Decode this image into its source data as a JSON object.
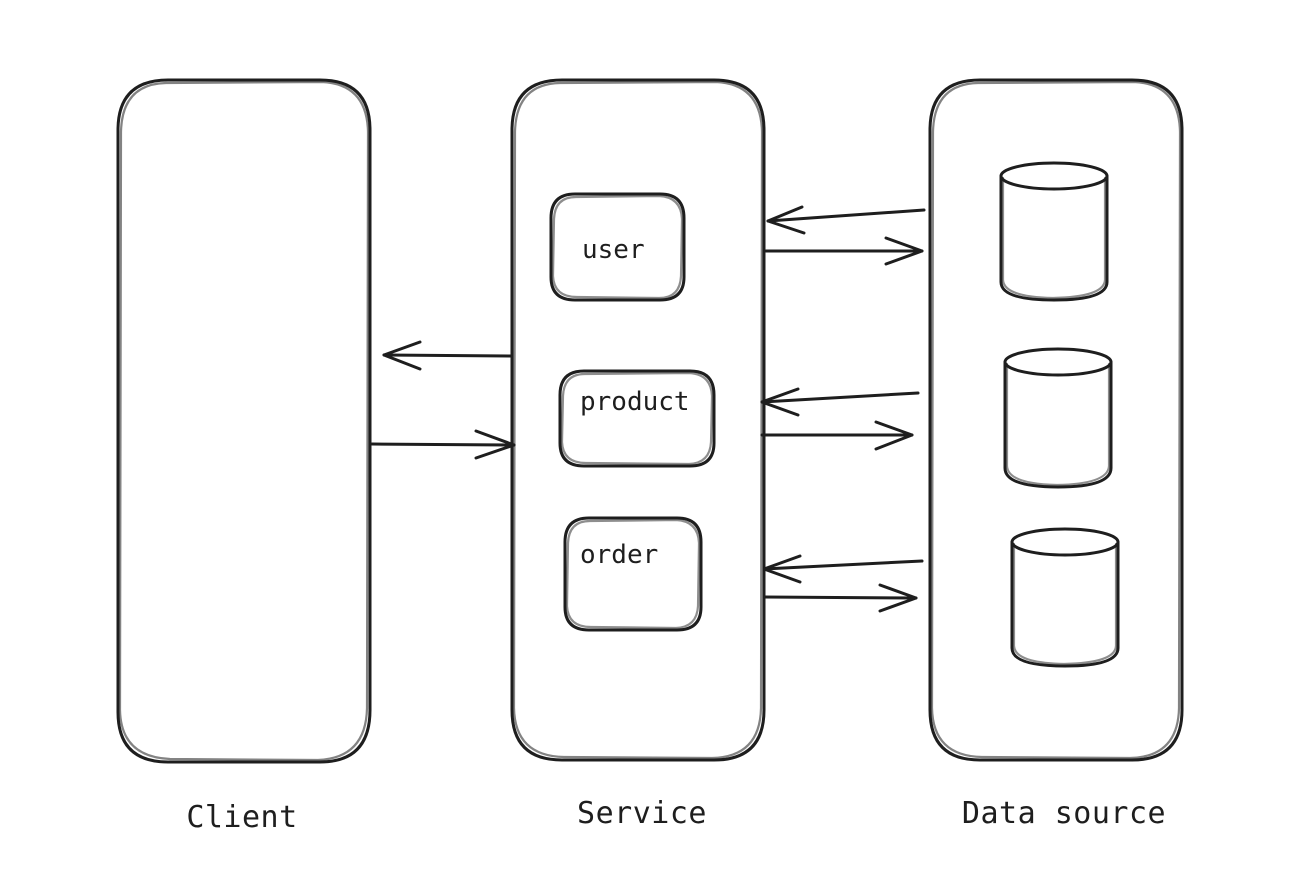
{
  "columns": {
    "client": {
      "label": "Client"
    },
    "service": {
      "label": "Service"
    },
    "data_source": {
      "label": "Data source"
    }
  },
  "services": [
    {
      "label": "user"
    },
    {
      "label": "product"
    },
    {
      "label": "order"
    }
  ],
  "databases": [
    {
      "id": "db-1"
    },
    {
      "id": "db-2"
    },
    {
      "id": "db-3"
    }
  ],
  "colors": {
    "stroke": "#1e1e1e",
    "background": "#ffffff"
  }
}
